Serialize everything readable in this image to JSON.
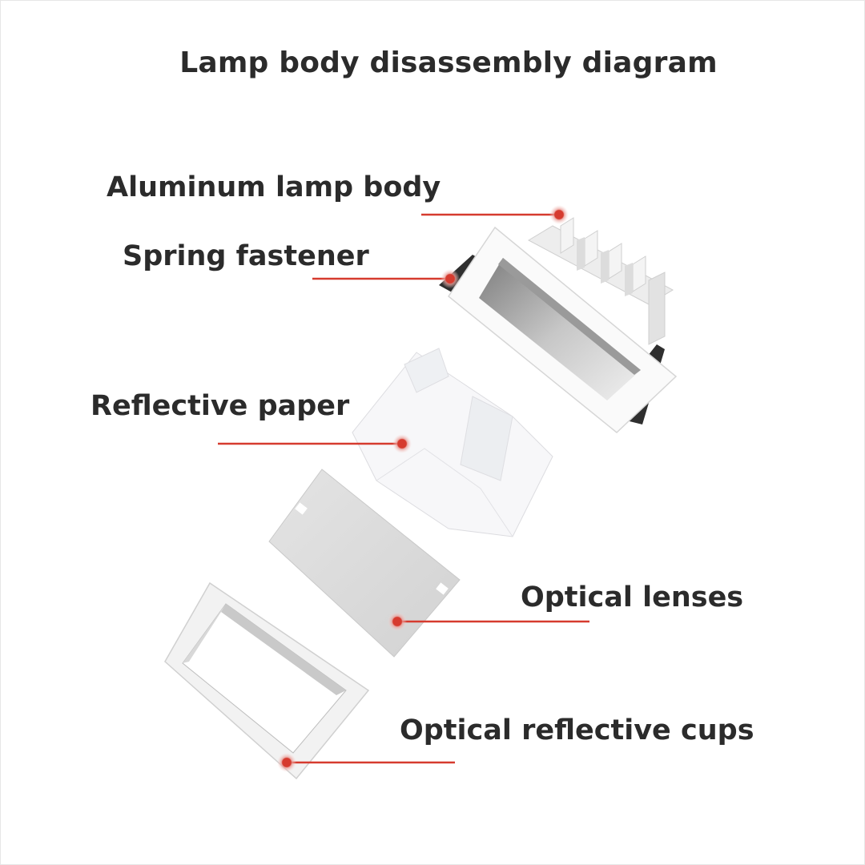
{
  "title": "Lamp body disassembly diagram",
  "labels": {
    "aluminum_lamp_body": "Aluminum lamp body",
    "spring_fastener": "Spring fastener",
    "reflective_paper": "Reflective paper",
    "optical_lenses": "Optical lenses",
    "optical_reflective_cups": "Optical reflective cups"
  },
  "colors": {
    "text": "#2b2b2b",
    "leader_line": "#d63b2f",
    "marker": "#d63b2f",
    "background": "#ffffff"
  }
}
